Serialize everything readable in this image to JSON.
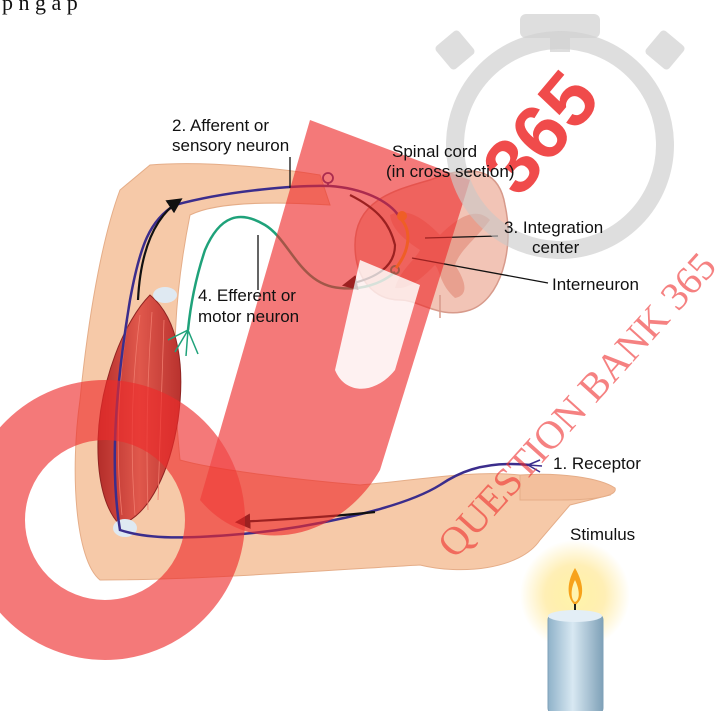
{
  "header": {
    "cropped_text": "p    n g  a p"
  },
  "labels": {
    "afferent_1": "2. Afferent or",
    "afferent_2": "sensory neuron",
    "spinal_1": "Spinal cord",
    "spinal_2": "(in cross section)",
    "integration_1": "3. Integration",
    "integration_2": "center",
    "interneuron": "Interneuron",
    "efferent_1": "4. Efferent or",
    "efferent_2": "motor neuron",
    "receptor": "1. Receptor",
    "stimulus": "Stimulus"
  },
  "watermark": {
    "logo_text": "365",
    "diagonal_text": "QUESTION BANK 365",
    "color": "#ee2b2b"
  },
  "colors": {
    "sensory_neuron": "#3b2d8c",
    "motor_neuron": "#1fa27a",
    "interneuron": "#f2b51e",
    "skin": "#f6c9a8",
    "muscle": "#d9453c"
  }
}
